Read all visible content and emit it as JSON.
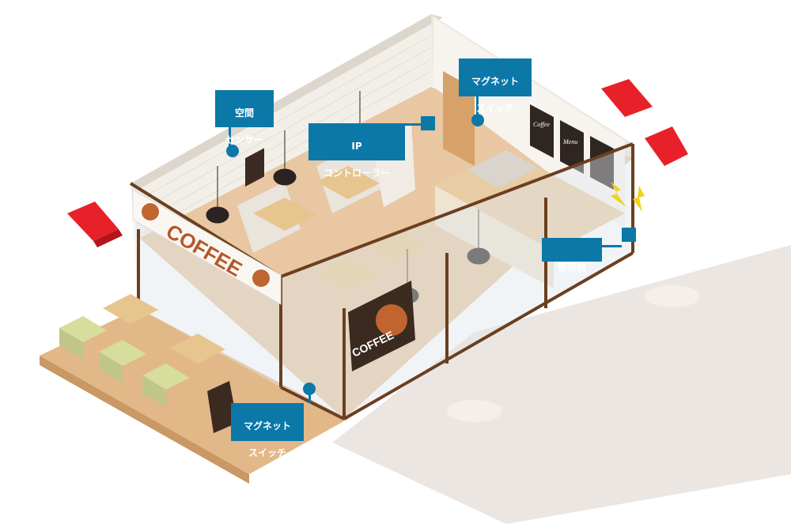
{
  "labels": {
    "space_sensor": [
      "空間",
      "センサー"
    ],
    "ip_controller": [
      "IP",
      "コントローラー"
    ],
    "magnet_switch_back": [
      "マグネット",
      "スイッチ"
    ],
    "alarm": "警報機",
    "magnet_switch_front": [
      "マグネット",
      "スイッチ"
    ]
  },
  "signs": {
    "coffee_banner": "COFFEE",
    "coffee_window": "COFFEE",
    "menu_board_back": "Coffee",
    "menu_board_mid": "Menu"
  },
  "colors": {
    "callout": "#0b78a8",
    "camera": "#e8202a",
    "alarm_flash": "#f2d21a",
    "wood": "#e9c89a",
    "wall": "#f4f1ec",
    "frame": "#6b3f1f",
    "brand": "#b5572a"
  }
}
